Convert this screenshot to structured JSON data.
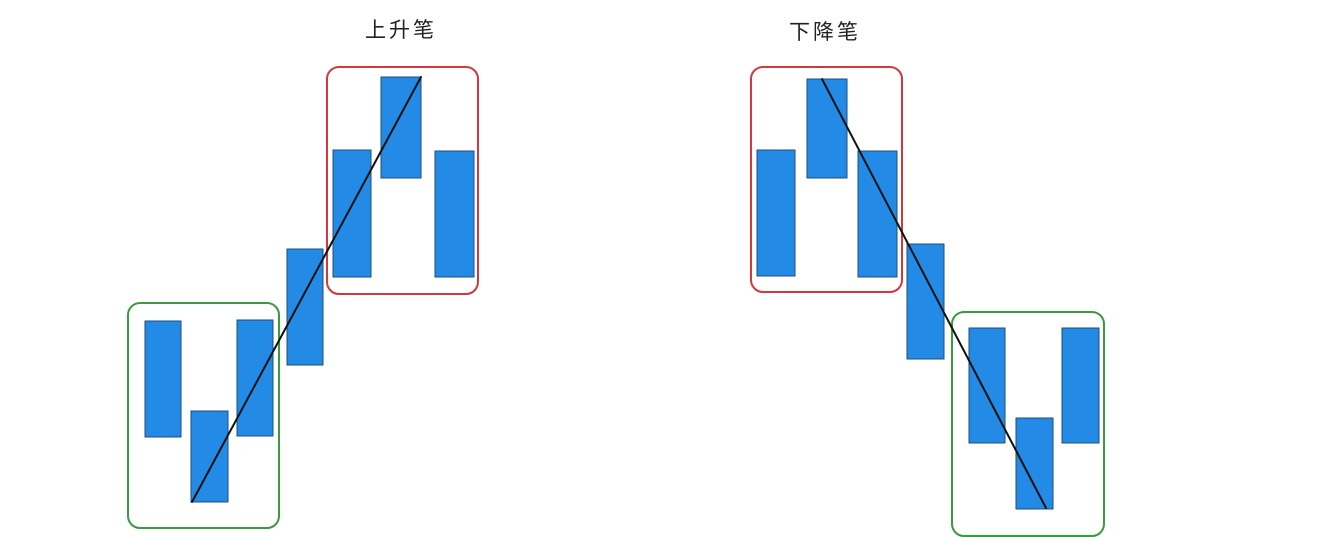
{
  "diagrams": [
    {
      "id": "up",
      "title": "上升笔"
    },
    {
      "id": "down",
      "title": "下降笔"
    }
  ],
  "colors": {
    "bar_fill": "#238ae6",
    "bottom_fractal_frame": "#3a9a3f",
    "top_fractal_frame": "#d2383e",
    "stroke_line": "#111111"
  }
}
